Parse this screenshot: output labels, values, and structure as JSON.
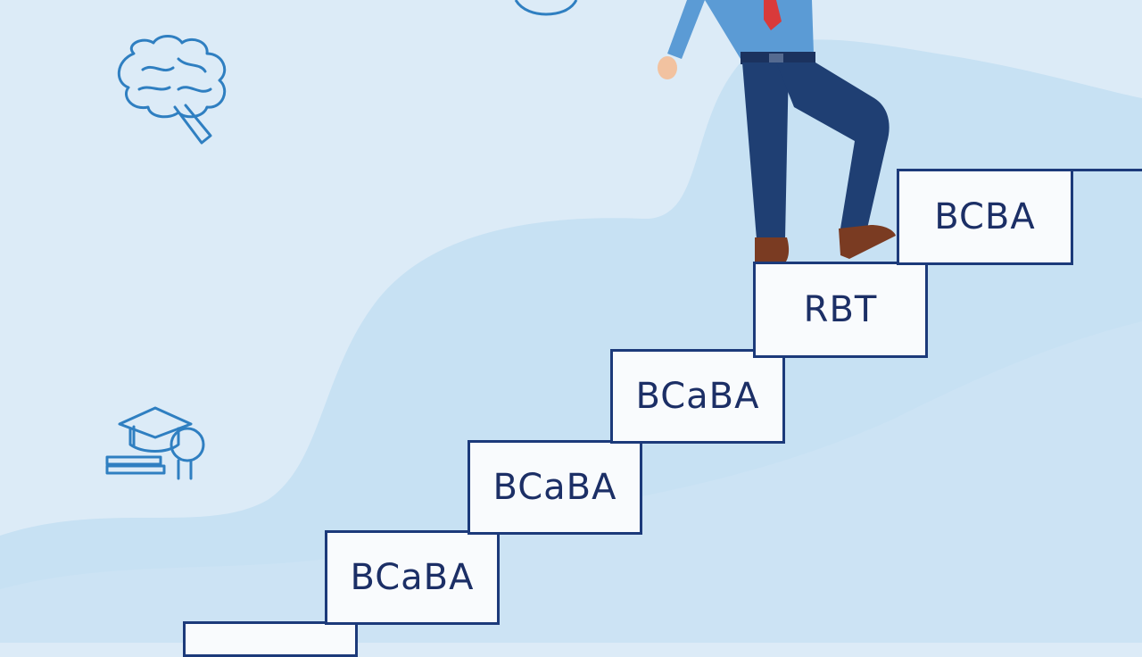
{
  "scene": {
    "background_color": "#dcebf7",
    "blob_color": "#c7e1f3",
    "step_border_color": "#1c3a7a",
    "step_text_color": "#1c2f66",
    "icon_color": "#2f7fc1"
  },
  "steps": [
    {
      "label": ""
    },
    {
      "label": "BCaBA"
    },
    {
      "label": "BCaBA"
    },
    {
      "label": "BCaBA"
    },
    {
      "label": "RBT"
    },
    {
      "label": "BCBA"
    }
  ],
  "icons": [
    "brain-icon",
    "graduation-cap-icon",
    "circle-icon"
  ],
  "figure": {
    "description_icon": "businessman-climbing-icon",
    "tie_color": "#d93a3a",
    "shirt_color": "#5b9bd5",
    "pants_color": "#1f3f73",
    "shoe_color": "#7a3b22"
  }
}
